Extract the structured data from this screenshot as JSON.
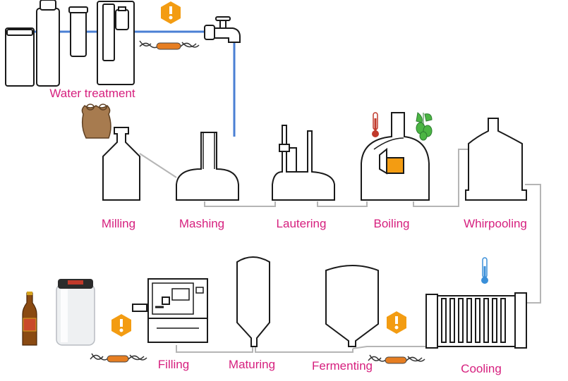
{
  "labels": {
    "water_treatment": "Water treatment",
    "milling": "Milling",
    "mashing": "Mashing",
    "lautering": "Lautering",
    "boiling": "Boiling",
    "whirpooling": "Whirpooling",
    "cooling": "Cooling",
    "fermenting": "Fermenting",
    "maturing": "Maturing",
    "filling": "Filling"
  },
  "colors": {
    "label": "#d61f7e",
    "warning": "#f39c12",
    "water_pipe": "#4a7fd4",
    "connector": "#b5b5b5",
    "outline": "#1a1a1a",
    "grain_bag": "#a77b4f",
    "hops": "#4bb543",
    "thermometer_red": "#c0392b",
    "thermometer_blue": "#3a8fd9",
    "bottle": "#8a4a12",
    "probe": "#e67e22"
  },
  "icons": [
    "warning-icon",
    "thermometer-icon",
    "hops-icon",
    "grain-bag-icon",
    "faucet-icon",
    "beer-bottle-icon",
    "keg-icon",
    "sensor-probe-icon"
  ]
}
